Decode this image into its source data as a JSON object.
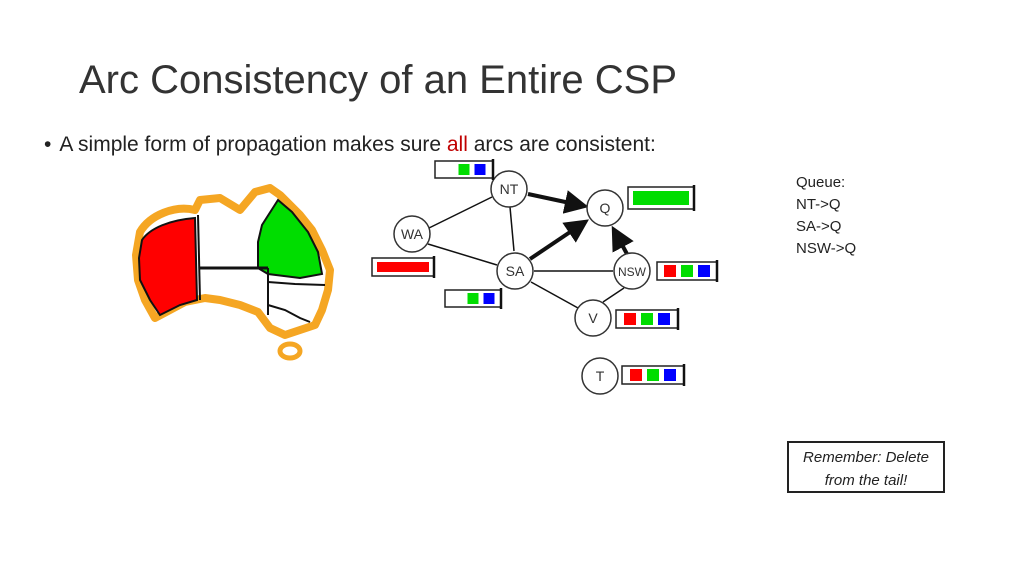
{
  "slide": {
    "title": "Arc Consistency of an Entire CSP",
    "bullet_prefix": "A simple form of propagation makes sure ",
    "bullet_highlight": "all",
    "bullet_suffix": " arcs are consistent:",
    "highlight_color": "#c00000"
  },
  "queue": {
    "heading": "Queue:",
    "items": [
      "NT->Q",
      "SA->Q",
      "NSW->Q"
    ]
  },
  "note": {
    "line1": "Remember: Delete",
    "line2": "from  the tail!"
  },
  "graph": {
    "nodes": [
      "NT",
      "Q",
      "WA",
      "SA",
      "NSW",
      "V",
      "T"
    ],
    "domains": {
      "NT": [
        "green",
        "blue"
      ],
      "Q": [
        "green"
      ],
      "WA": [
        "red"
      ],
      "SA": [
        "green",
        "blue"
      ],
      "NSW": [
        "red",
        "green",
        "blue"
      ],
      "V": [
        "red",
        "green",
        "blue"
      ],
      "T": [
        "red",
        "green",
        "blue"
      ]
    },
    "arcs_in_queue": [
      "NT->Q",
      "SA->Q",
      "NSW->Q"
    ]
  },
  "colors": {
    "red": "#ff0000",
    "green": "#00dd00",
    "blue": "#0000ff",
    "outline": "#f5a623"
  }
}
